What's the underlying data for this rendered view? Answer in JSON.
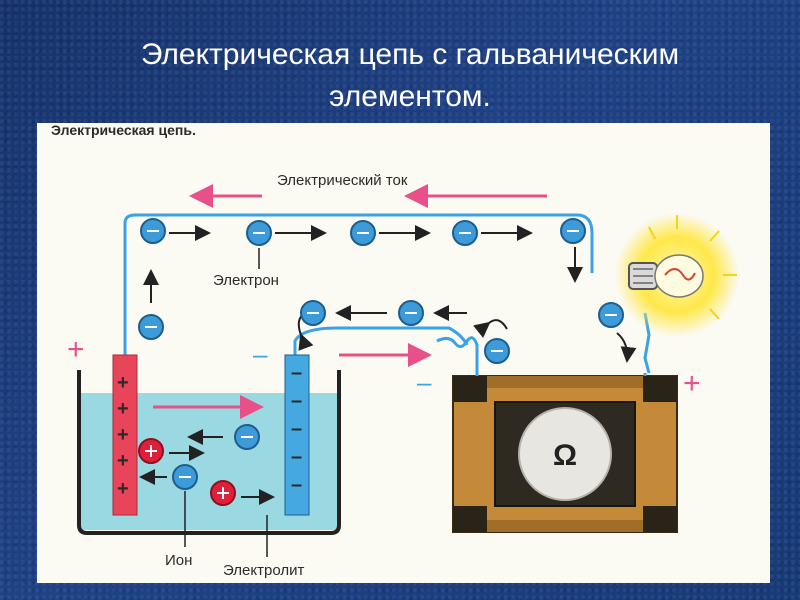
{
  "slide": {
    "title_line1": "Электрическая цепь с гальваническим",
    "title_line2": "элементом."
  },
  "figure": {
    "heading": "Электрическая цепь.",
    "current_label": "Электрический ток",
    "electron_label": "Электрон",
    "ion_label": "Ион",
    "electrolyte_label": "Электролит",
    "plus_sign": "+",
    "minus_sign": "–",
    "omega_symbol": "Ω",
    "colors": {
      "wire": "#3aa3e6",
      "electron": "#3c9bd8",
      "positive_ion": "#e0203a",
      "current_arrow": "#e8508a",
      "electrolyte": "#9ad8e2",
      "anode": "#e8455a",
      "cathode": "#45a8e0",
      "resistor_body": "#c48a3a",
      "resistor_dark": "#2a2418"
    }
  }
}
